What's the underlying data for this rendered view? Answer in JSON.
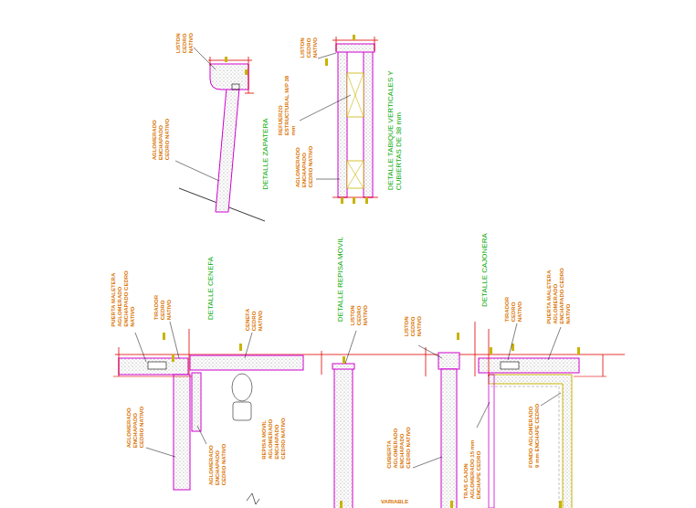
{
  "diagram": {
    "labels": [
      "LISTON CEDRO NATIVO",
      "AGLOMERADO ENCHAPADO CEDRO NATIVO",
      "DETALLE ZAPATERA",
      "LISTON CEDRO NATIVO",
      "REFUERZO ESTRUCTURAL M/P 38 mm",
      "AGLOMERADO ENCHAPADO CEDRO NATIVO",
      "DETALLE TABIQUE VERTICALES Y CUBIERTAS DE 38 mm",
      "PUERTA MALETERA AGLOMERADO ENCHAPADO CEDRO NATIVO",
      "TIRADOR CEDRO NATIVO",
      "DETALLE CENEFA",
      "CENEFA CEDRO NATIVO",
      "AGLOMERADO ENCHAPADO CEDRO NATIVO",
      "AGLOMERADO ENCHAPADO CEDRO NATIVO",
      "REPISA MOVIL AGLOMERADO ENCHAPADO CEDRO NATIVO",
      "DETALLE REPISA MOVIL",
      "LISTON CEDRO NATIVO",
      "LISTON CEDRO NATIVO",
      "DETALLE CAJONERA",
      "TIRADOR CEDRO NATIVO",
      "PUERTA MALETERA AGLOMERADO ENCHAPADO CEDRO NATIVO",
      "CUBIERTA AGLOMERADO ENCHAPADO CEDRO NATIVO",
      "TRAS CAJON AGLOMERADO 15 mm ENCHAPE CEDRO",
      "FONDO AGLOMERADO 9 mm ENCHAPE CEDRO",
      "VARIABLE"
    ]
  }
}
